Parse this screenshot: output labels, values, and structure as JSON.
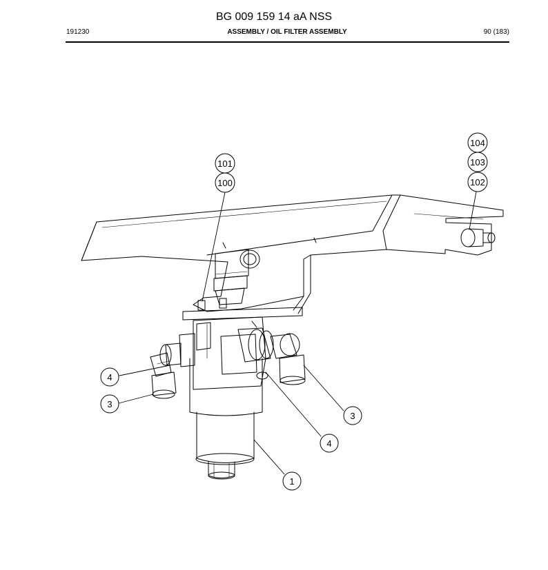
{
  "header": {
    "title": "BG 009 159 14 aA NSS",
    "doc_number": "191230",
    "section": "ASSEMBLY / OIL FILTER ASSEMBLY",
    "page": "90 (183)"
  },
  "callouts": [
    {
      "id": "c-104",
      "label": "104"
    },
    {
      "id": "c-103",
      "label": "103"
    },
    {
      "id": "c-102",
      "label": "102"
    },
    {
      "id": "c-101",
      "label": "101"
    },
    {
      "id": "c-100",
      "label": "100"
    },
    {
      "id": "c-4a",
      "label": "4"
    },
    {
      "id": "c-3a",
      "label": "3"
    },
    {
      "id": "c-3b",
      "label": "3"
    },
    {
      "id": "c-4b",
      "label": "4"
    },
    {
      "id": "c-1",
      "label": "1"
    }
  ]
}
